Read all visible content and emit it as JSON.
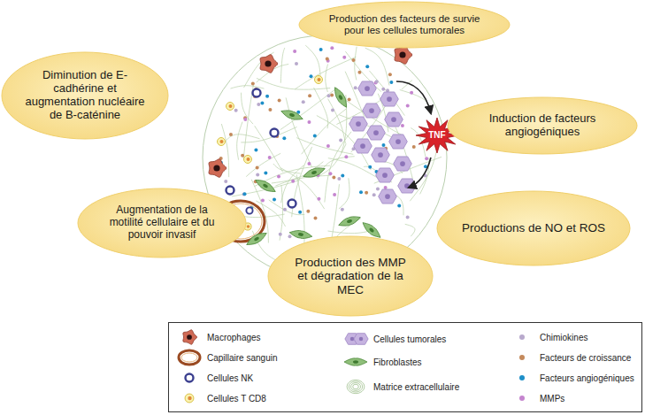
{
  "diagram": {
    "nodes": [
      {
        "text": [
          "Production des facteurs de survie pour les cellules tumorales"
        ]
      },
      {
        "text": [
          "Diminution de E-cadhérine et augmentation nucléaire de B-caténine"
        ]
      },
      {
        "text": [
          "Induction de facteurs angiogéniques"
        ]
      },
      {
        "text": [
          "Augmentation de la motilité cellulaire et du pouvoir invasif"
        ]
      },
      {
        "text": [
          "Productions de NO et ROS"
        ]
      },
      {
        "text": [
          "Production des MMP et dégradation de la MEC"
        ]
      }
    ],
    "labels": [
      "TNF"
    ],
    "legend": [
      {
        "text": "Macrophages"
      },
      {
        "text": "Capillaire sanguin"
      },
      {
        "text": "Cellules NK"
      },
      {
        "text": "Cellules T CD8"
      },
      {
        "text": "Cellules tumorales"
      },
      {
        "text": "Fibroblastes"
      },
      {
        "text": "Matrice extracellulaire"
      },
      {
        "text": "Chimiokines",
        "color": "#b8a9cc"
      },
      {
        "text": "Facteurs de croissance",
        "color": "#c48a5c"
      },
      {
        "text": "Facteurs angiogéniques",
        "color": "#1e8fc8"
      },
      {
        "text": "MMPs",
        "color": "#c585cf"
      }
    ]
  }
}
